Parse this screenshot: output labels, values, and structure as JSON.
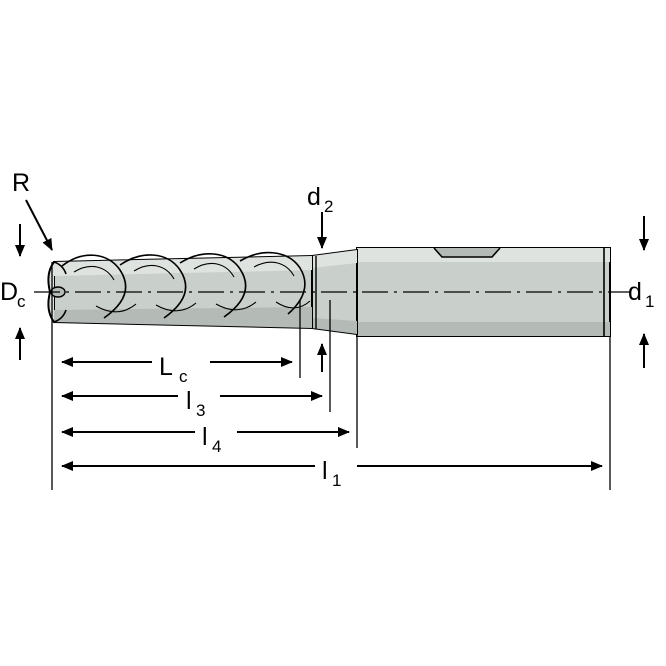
{
  "drawing": {
    "title": "End mill technical dimension drawing",
    "type": "technical-line-drawing",
    "background_color": "#ffffff",
    "line_color": "#000000",
    "body_fill": "#c9cfcb",
    "body_fill_light": "#dfe3e0",
    "body_fill_dark": "#b4bab6"
  },
  "labels": {
    "corner_radius": {
      "main": "R",
      "sub": ""
    },
    "cutting_diameter": {
      "main": "D",
      "sub": "c"
    },
    "neck_diameter": {
      "main": "d",
      "sub": "2"
    },
    "shank_diameter": {
      "main": "d",
      "sub": "1"
    },
    "cutting_length": {
      "main": "L",
      "sub": "c"
    },
    "length_l3": {
      "main": "l",
      "sub": "3"
    },
    "length_l4": {
      "main": "l",
      "sub": "4"
    },
    "overall_length": {
      "main": "l",
      "sub": "1"
    }
  },
  "dimension_lines": [
    {
      "name": "Lc",
      "label": "Lc",
      "description": "cutting length from tip to end of flutes"
    },
    {
      "name": "l3",
      "label": "l3",
      "description": "length to end of reduced neck section"
    },
    {
      "name": "l4",
      "label": "l4",
      "description": "length to shank shoulder"
    },
    {
      "name": "l1",
      "label": "l1",
      "description": "total overall length of tool"
    }
  ],
  "diameter_markers": [
    {
      "name": "Dc",
      "label": "Dc",
      "description": "cutting diameter at tool tip, vertical arrows"
    },
    {
      "name": "d2",
      "label": "d2",
      "description": "neck diameter, downward arrow"
    },
    {
      "name": "d1",
      "label": "d1",
      "description": "shank diameter, vertical arrows at right"
    },
    {
      "name": "R",
      "label": "R",
      "description": "corner radius leader arrow to tool corner"
    }
  ]
}
